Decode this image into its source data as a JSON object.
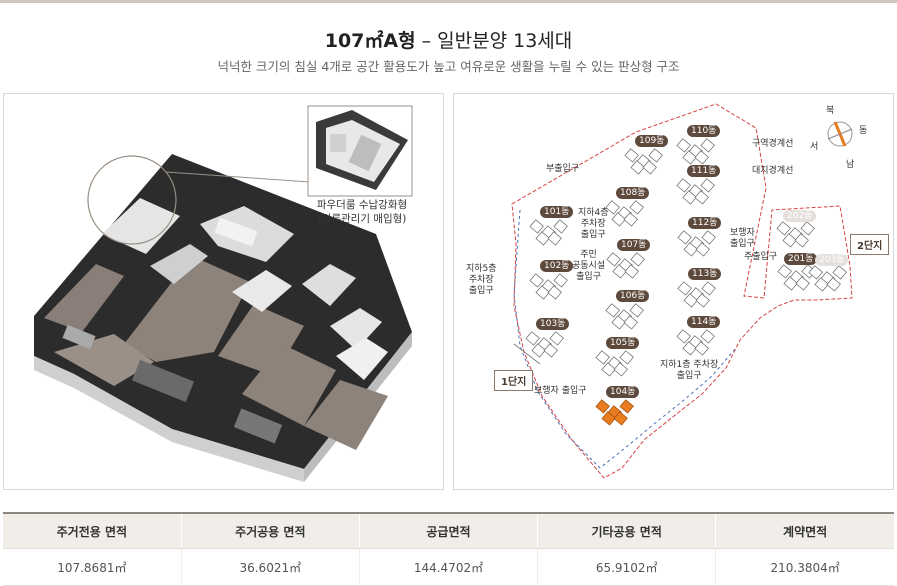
{
  "header": {
    "type_name": "107㎡A형",
    "separator": "–",
    "supply_info": "일반분양 13세대",
    "description": "넉넉한 크기의 침실 4개로 공간 활용도가 높고 여유로운 생활을 누릴 수 있는 판상형 구조"
  },
  "floor_plan": {
    "callout_line1": "파우더룸 수납강화형",
    "callout_line2": "(의류관리기 매입형)"
  },
  "site_plan": {
    "buildings_complex1": [
      "101동",
      "102동",
      "103동",
      "104동",
      "105동",
      "106동",
      "107동",
      "108동",
      "109동",
      "110동",
      "111동",
      "112동",
      "113동",
      "114동"
    ],
    "buildings_complex2": [
      "201동",
      "202동",
      "203동"
    ],
    "labels": {
      "boundary_district": "구역경계선",
      "boundary_site": "대지경계선",
      "sub_entrance": "부출입구",
      "basement4_parking": [
        "지하4층",
        "주차장",
        "출입구"
      ],
      "resident_facility": [
        "주민",
        "공동시설",
        "출입구"
      ],
      "basement5_parking": [
        "지하5층",
        "주차장",
        "출입구"
      ],
      "basement1_parking": [
        "지하1층 주차장",
        "출입구"
      ],
      "pedestrian_entrance": [
        "보행자",
        "출입구"
      ],
      "main_entrance": "주출입구",
      "pedestrian_vehicle_entrance": "보행자 출입구",
      "complex1": "1단지",
      "complex2": "2단지"
    },
    "compass": {
      "north": "북",
      "east": "동",
      "south": "남",
      "west": "서"
    },
    "highlight_building": "104동",
    "highlight_color": "#e87c1e",
    "badge_color": "#5e4a3c"
  },
  "area_table": {
    "headers": [
      "주거전용 면적",
      "주거공용 면적",
      "공급면적",
      "기타공용 면적",
      "계약면적"
    ],
    "values": [
      "107.8681㎡",
      "36.6021㎡",
      "144.4702㎡",
      "65.9102㎡",
      "210.3804㎡"
    ]
  }
}
